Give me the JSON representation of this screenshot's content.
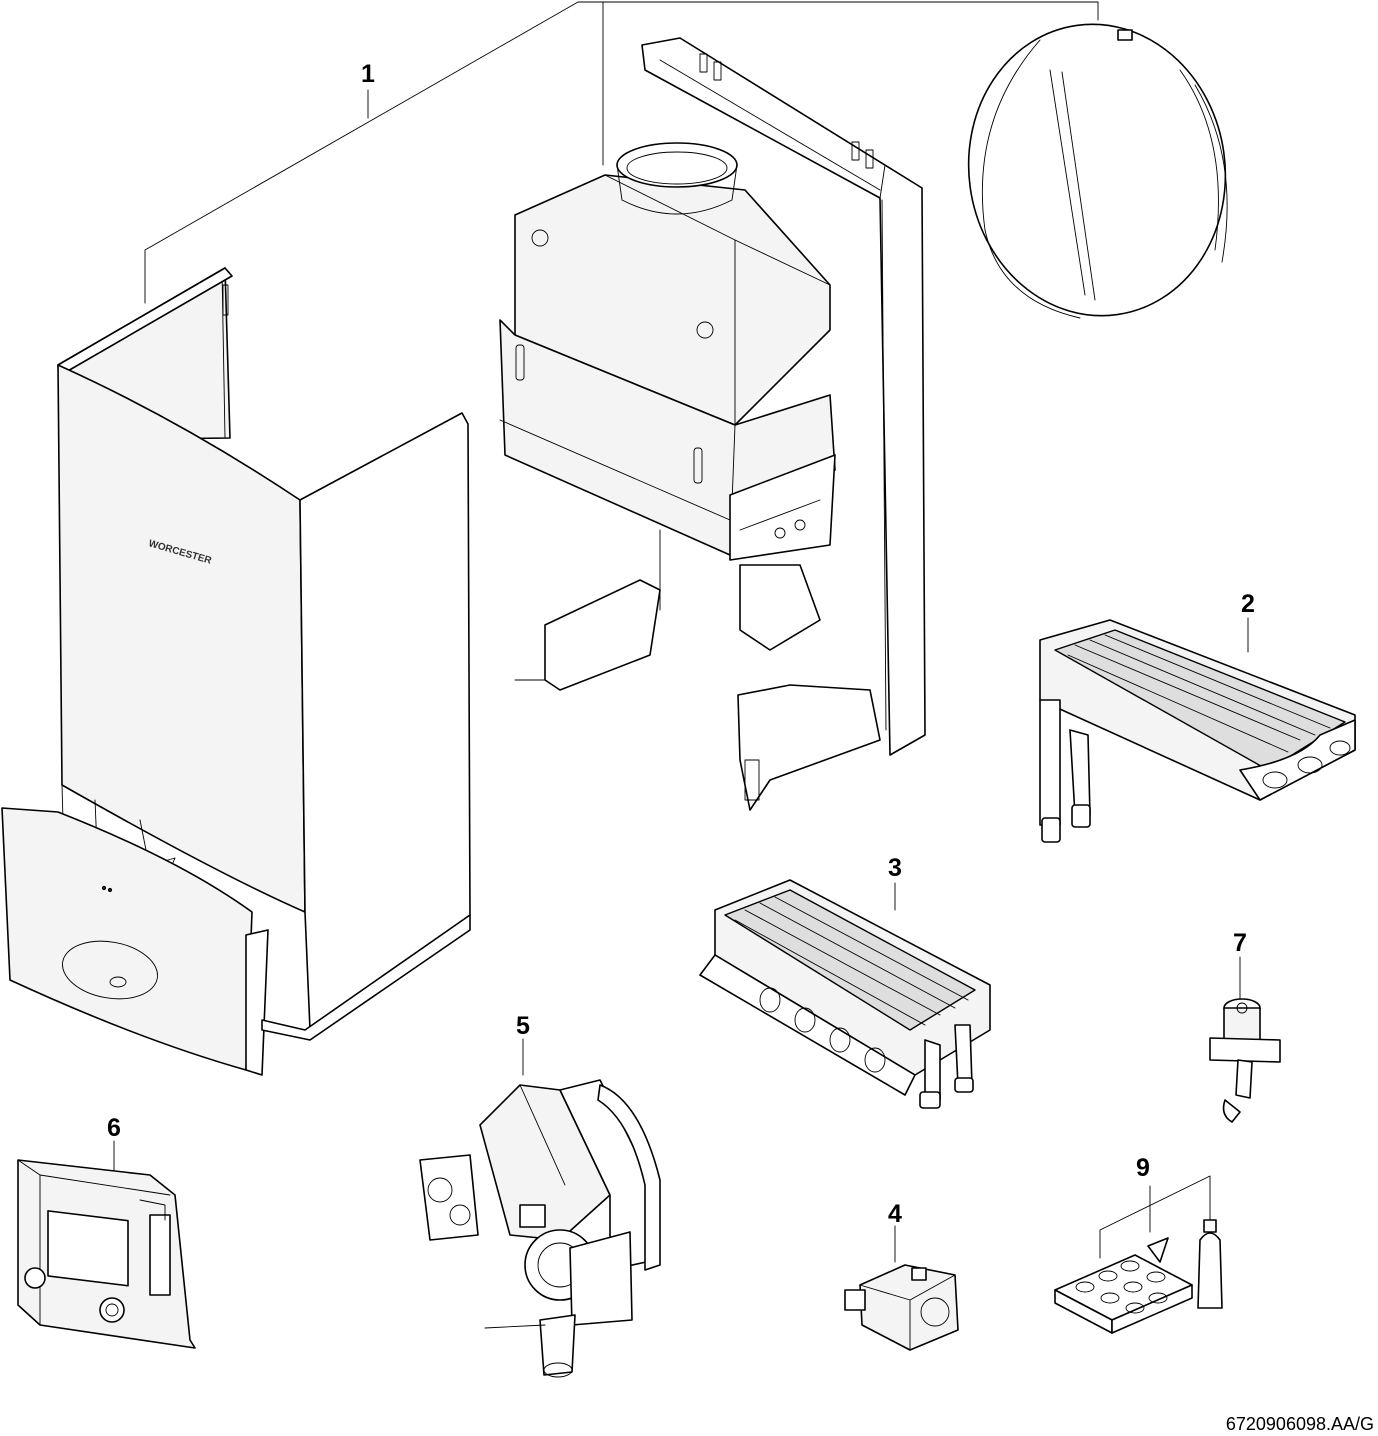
{
  "callouts": [
    {
      "id": "1",
      "label": "1"
    },
    {
      "id": "2",
      "label": "2"
    },
    {
      "id": "3",
      "label": "3"
    },
    {
      "id": "4",
      "label": "4"
    },
    {
      "id": "5",
      "label": "5"
    },
    {
      "id": "6",
      "label": "6"
    },
    {
      "id": "7",
      "label": "7"
    },
    {
      "id": "9",
      "label": "9"
    }
  ],
  "casing_logo_text": "WORCESTER",
  "reference_code": "6720906098.AA/G",
  "colors": {
    "line": "#000000",
    "fill": "#f4f4f4",
    "background": "#ffffff"
  }
}
